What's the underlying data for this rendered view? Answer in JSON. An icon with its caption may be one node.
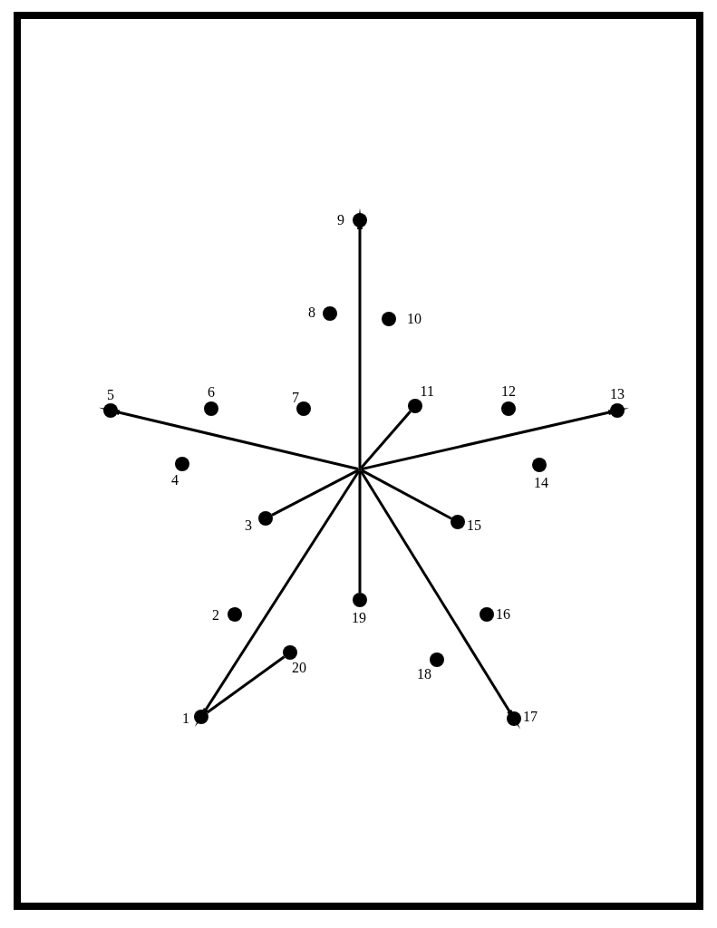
{
  "diagram": {
    "nodes": [
      {
        "text": [],
        "shape": "circle",
        "beside": [
          "1"
        ]
      },
      {
        "text": [],
        "shape": "circle",
        "beside": [
          "2"
        ]
      },
      {
        "text": [],
        "shape": "circle",
        "beside": [
          "3"
        ]
      },
      {
        "text": [],
        "shape": "circle",
        "beside": [
          "4"
        ]
      },
      {
        "text": [],
        "shape": "circle",
        "beside": [
          "5"
        ]
      },
      {
        "text": [],
        "shape": "circle",
        "beside": [
          "6"
        ]
      },
      {
        "text": [],
        "shape": "circle",
        "beside": [
          "7"
        ]
      },
      {
        "text": [],
        "shape": "circle",
        "beside": [
          "8"
        ]
      },
      {
        "text": [],
        "shape": "circle",
        "beside": [
          "9"
        ]
      },
      {
        "text": [],
        "shape": "circle",
        "beside": [
          "10"
        ]
      },
      {
        "text": [],
        "shape": "circle",
        "beside": [
          "11"
        ]
      },
      {
        "text": [],
        "shape": "circle",
        "beside": [
          "12"
        ]
      },
      {
        "text": [],
        "shape": "circle",
        "beside": [
          "13"
        ]
      },
      {
        "text": [],
        "shape": "circle",
        "beside": [
          "14"
        ]
      },
      {
        "text": [],
        "shape": "circle",
        "beside": [
          "15"
        ]
      },
      {
        "text": [],
        "shape": "circle",
        "beside": [
          "16"
        ]
      },
      {
        "text": [],
        "shape": "circle",
        "beside": [
          "17"
        ]
      },
      {
        "text": [],
        "shape": "circle",
        "beside": [
          "18"
        ]
      },
      {
        "text": [],
        "shape": "circle",
        "beside": [
          "19"
        ]
      },
      {
        "text": [],
        "shape": "circle",
        "beside": [
          "20"
        ]
      },
      {
        "text": [],
        "shape": "point"
      }
    ],
    "edges": [
      {
        "from": 20,
        "to": 8,
        "arrow": "to"
      },
      {
        "from": 20,
        "to": 4,
        "arrow": "to"
      },
      {
        "from": 20,
        "to": 12,
        "arrow": "to"
      },
      {
        "from": 20,
        "to": 10,
        "arrow": "none"
      },
      {
        "from": 20,
        "to": 2,
        "arrow": "none"
      },
      {
        "from": 20,
        "to": 14,
        "arrow": "none"
      },
      {
        "from": 20,
        "to": 18,
        "arrow": "none"
      },
      {
        "from": 20,
        "to": 16,
        "arrow": "to"
      },
      {
        "from": 20,
        "to": 0,
        "arrow": "to"
      },
      {
        "from": 19,
        "to": 0,
        "arrow": "none"
      }
    ]
  }
}
